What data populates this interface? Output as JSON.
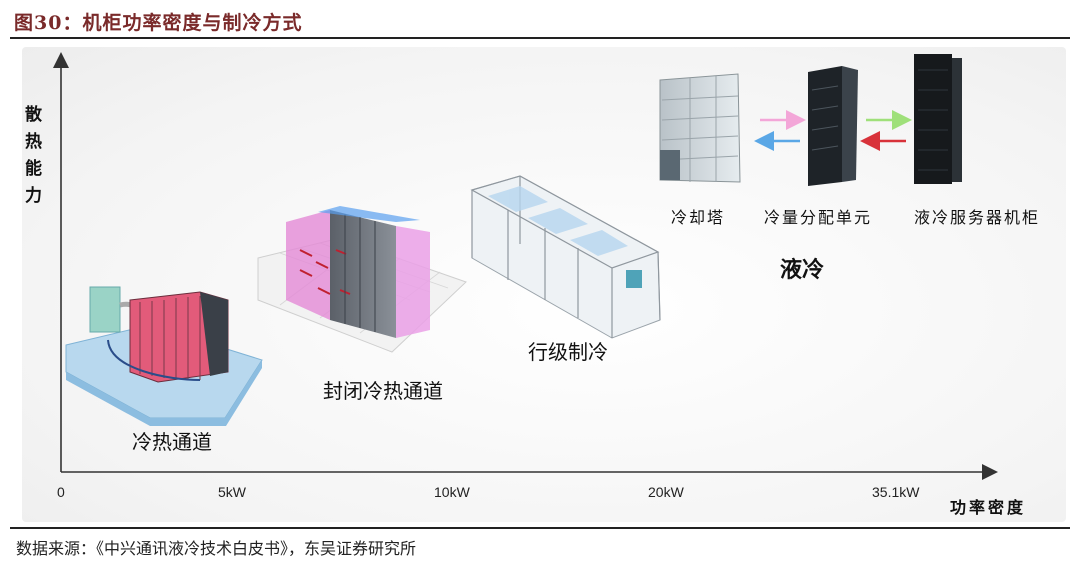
{
  "figure": {
    "title": "图30：机柜功率密度与制冷方式",
    "source": "数据来源：《中兴通讯液冷技术白皮书》，东吴证券研究所"
  },
  "axes": {
    "y_label": "散热能力",
    "x_label": "功率密度",
    "x_ticks": [
      "0",
      "5kW",
      "10kW",
      "20kW",
      "35.1kW"
    ]
  },
  "stages": [
    {
      "label": "冷热通道"
    },
    {
      "label": "封闭冷热通道"
    },
    {
      "label": "行级制冷"
    },
    {
      "label": "液冷"
    }
  ],
  "liquid_components": [
    "冷却塔",
    "冷量分配单元",
    "液冷服务器机柜"
  ],
  "colors": {
    "title": "#7a2a2a",
    "arrow_pink": "#f3a6d8",
    "arrow_blue": "#5aa7e6",
    "arrow_green": "#9fe07a",
    "arrow_red": "#d8323a"
  }
}
